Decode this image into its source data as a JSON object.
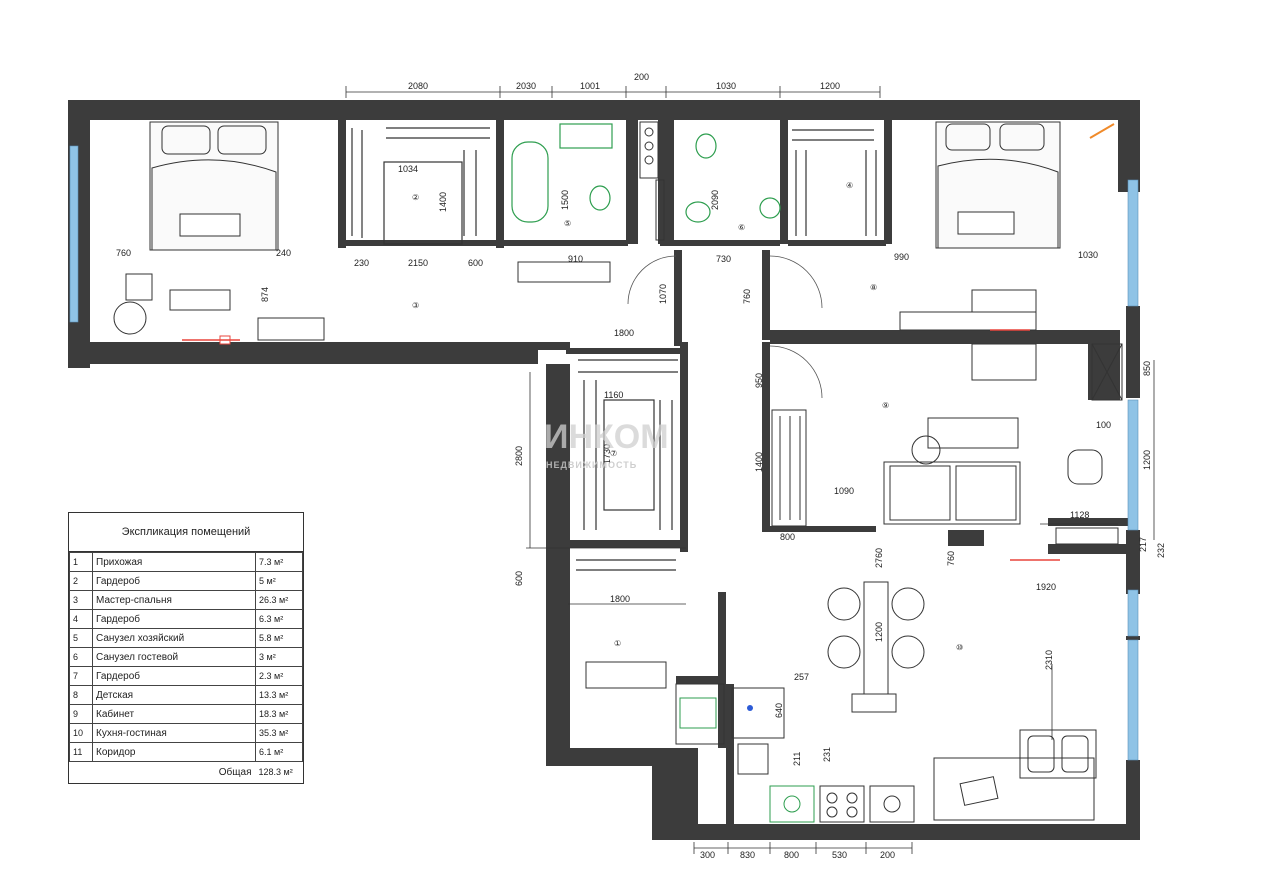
{
  "top_dimensions": [
    "2080",
    "2030",
    "1001",
    "200",
    "1030",
    "1200"
  ],
  "bottom_dimensions": [
    "300",
    "830",
    "800",
    "530",
    "200"
  ],
  "interior_dimensions": {
    "d1034": "1034",
    "d1400a": "1400",
    "d760a": "760",
    "d240": "240",
    "d874": "874",
    "d230": "230",
    "d2150": "2150",
    "d600a": "600",
    "d1500": "1500",
    "d910": "910",
    "d2090": "2090",
    "d730": "730",
    "d990": "990",
    "d1030": "1030",
    "d1160": "1160",
    "d1800": "1800",
    "d1730": "1730",
    "d2800": "2800",
    "d1400b": "1400",
    "d600b": "600",
    "d950": "950",
    "d1090": "1090",
    "d800": "800",
    "d1070": "1070",
    "d760b": "760",
    "d850": "850",
    "d100": "100",
    "d1200": "1200",
    "d1128": "1128",
    "d232": "232",
    "d217": "217",
    "d1920": "1920",
    "d2310": "2310",
    "d2760": "2760",
    "d1200b": "1200",
    "d760c": "760",
    "d257": "257",
    "d231": "231",
    "d211": "211",
    "d640": "640",
    "d1800b": "1800"
  },
  "room_markers": [
    "①",
    "②",
    "③",
    "④",
    "⑤",
    "⑥",
    "⑦",
    "⑧",
    "⑨",
    "⑩"
  ],
  "watermark": {
    "main": "ИНКОМ",
    "sub": "НЕДВИЖИМОСТЬ"
  },
  "legend": {
    "title": "Экспликация помещений",
    "rows": [
      {
        "no": "1",
        "name": "Прихожая",
        "area": "7.3 м²"
      },
      {
        "no": "2",
        "name": "Гардероб",
        "area": "5 м²"
      },
      {
        "no": "3",
        "name": "Мастер-спальня",
        "area": "26.3 м²"
      },
      {
        "no": "4",
        "name": "Гардероб",
        "area": "6.3 м²"
      },
      {
        "no": "5",
        "name": "Санузел хозяйский",
        "area": "5.8 м²"
      },
      {
        "no": "6",
        "name": "Санузел гостевой",
        "area": "3 м²"
      },
      {
        "no": "7",
        "name": "Гардероб",
        "area": "2.3 м²"
      },
      {
        "no": "8",
        "name": "Детская",
        "area": "13.3 м²"
      },
      {
        "no": "9",
        "name": "Кабинет",
        "area": "18.3 м²"
      },
      {
        "no": "10",
        "name": "Кухня-гостиная",
        "area": "35.3 м²"
      },
      {
        "no": "11",
        "name": "Коридор",
        "area": "6.1 м²"
      }
    ],
    "total_label": "Общая",
    "total_area": "128.3 м²"
  },
  "colors": {
    "wall": "#3c3c3c",
    "fixture": "#2e9e4f",
    "accent": "#e8453c",
    "window": "#8fc3e6"
  }
}
